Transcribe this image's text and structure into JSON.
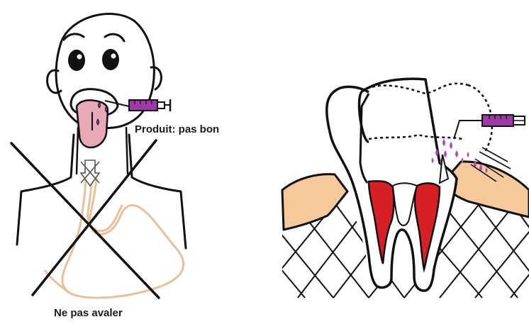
{
  "labels": {
    "product": "Produit: pas bon",
    "do_not_swallow": "Ne pas avaler"
  },
  "colors": {
    "ink": "#111111",
    "tongue": "#e7a9b6",
    "syringe_fluid": "#9b3aa8",
    "esophagus": "#e8c09a",
    "gum": "#f6c99a",
    "pulp": "#d81f26",
    "droplet": "#b04bbd"
  },
  "icons": {
    "syringe_left": "syringe-icon",
    "syringe_right": "syringe-icon",
    "prohibition": "cross-out-mark",
    "down_arrow": "arrow-down-icon"
  }
}
